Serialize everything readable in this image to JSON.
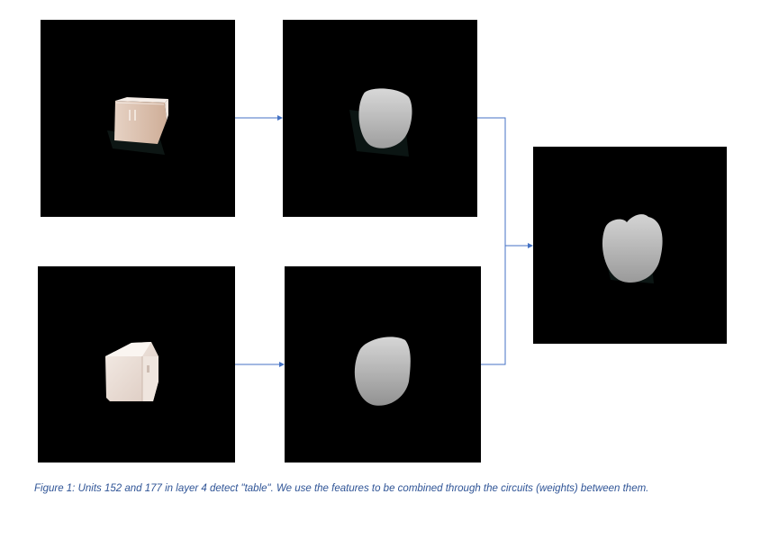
{
  "figure": {
    "caption": "Figure 1: Units 152 and 177 in layer 4 detect \"table\". We use the features to be combined through the circuits (weights) between them.",
    "accent_color": "#4472c4",
    "caption_color": "#2f5496"
  },
  "panels": [
    {
      "id": "top-input",
      "content": "rendered object with tan top face (table)"
    },
    {
      "id": "top-unit-activation",
      "content": "grayscale activation blob"
    },
    {
      "id": "bottom-input",
      "content": "rendered white box object (table)"
    },
    {
      "id": "bottom-unit-activation",
      "content": "grayscale activation blob"
    },
    {
      "id": "combined-activation",
      "content": "grayscale combined activation blob"
    }
  ]
}
